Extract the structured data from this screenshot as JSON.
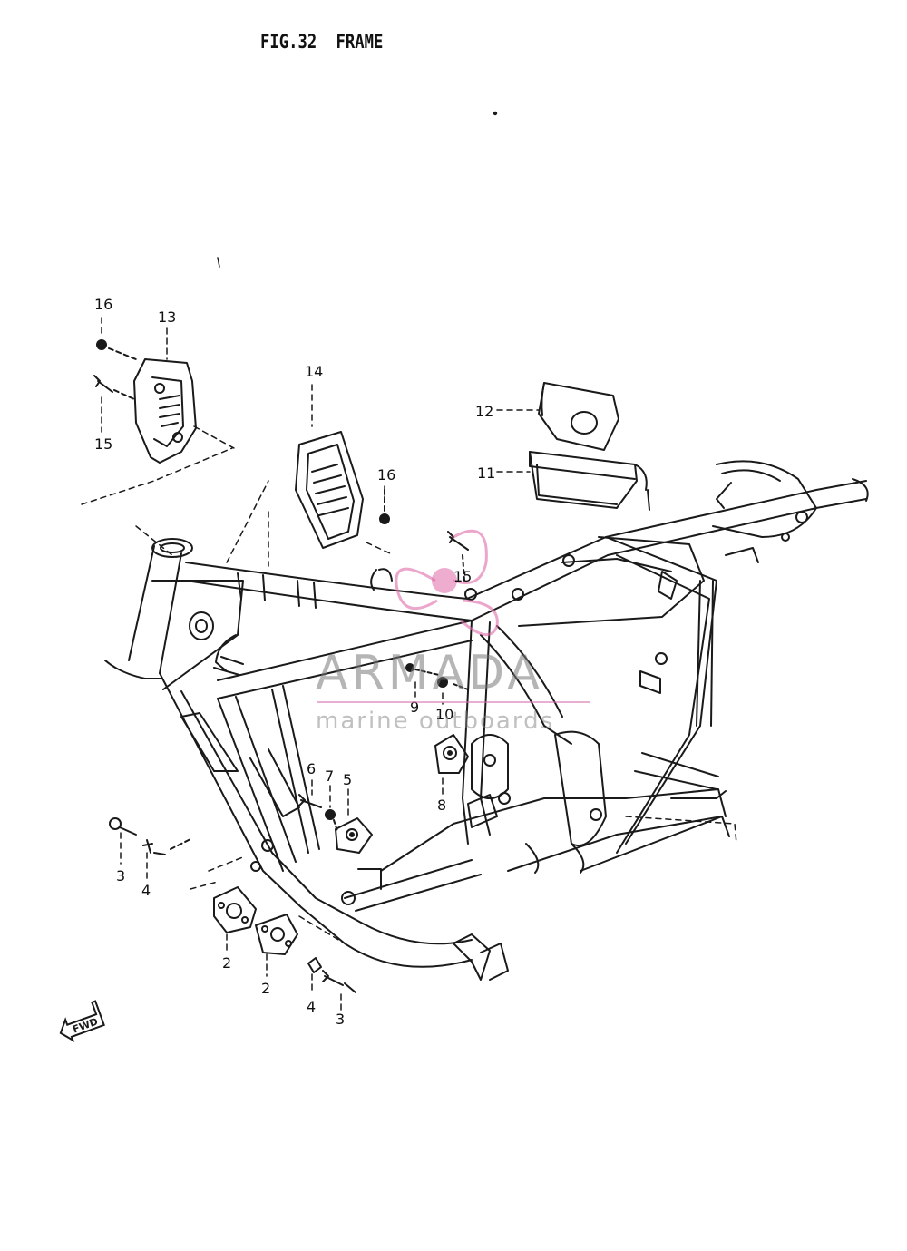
{
  "figure": {
    "number_label": "FIG.32",
    "title": "FRAME"
  },
  "callouts": [
    {
      "id": "c16a",
      "text": "16"
    },
    {
      "id": "c13",
      "text": "13"
    },
    {
      "id": "c15a",
      "text": "15"
    },
    {
      "id": "c14",
      "text": "14"
    },
    {
      "id": "c16b",
      "text": "16"
    },
    {
      "id": "c12",
      "text": "12"
    },
    {
      "id": "c11",
      "text": "11"
    },
    {
      "id": "c15b",
      "text": "15"
    },
    {
      "id": "c9",
      "text": "9"
    },
    {
      "id": "c10",
      "text": "10"
    },
    {
      "id": "c6",
      "text": "6"
    },
    {
      "id": "c7",
      "text": "7"
    },
    {
      "id": "c5",
      "text": "5"
    },
    {
      "id": "c8",
      "text": "8"
    },
    {
      "id": "c3a",
      "text": "3"
    },
    {
      "id": "c4a",
      "text": "4"
    },
    {
      "id": "c2a",
      "text": "2"
    },
    {
      "id": "c2b",
      "text": "2"
    },
    {
      "id": "c4b",
      "text": "4"
    },
    {
      "id": "c3b",
      "text": "3"
    }
  ],
  "direction_marker": {
    "text": "FWD",
    "icon": "forward-arrow-icon"
  },
  "watermark": {
    "brand": "ARMADA",
    "tagline": "marine outboards",
    "logo_icon": "propeller-logo-icon",
    "colors": {
      "pink": "#e06aa8",
      "gray": "#8a8a8a"
    }
  }
}
